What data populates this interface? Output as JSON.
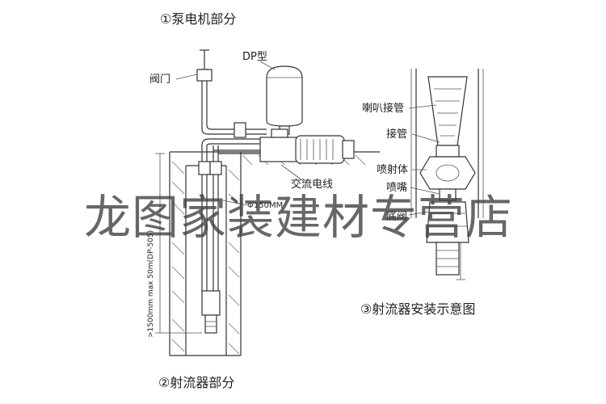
{
  "sections": {
    "pump_title": "①泵电机部分",
    "ejector_title": "②射流器部分",
    "install_title": "③射流器安装示意图"
  },
  "labels": {
    "valve": "阀门",
    "tank": "DP型",
    "wire": "交流电线",
    "pipe_diameter": "Φ150MM",
    "depth_note": ">1500mm  max 50m(DP-505)",
    "trumpet_pipe": "喇叭接管",
    "joint_pipe": "接管",
    "jet_body": "喷射体",
    "nozzle": "喷嘴",
    "foot_valve": "底阀"
  },
  "watermark": "龙图家装建材专营店"
}
